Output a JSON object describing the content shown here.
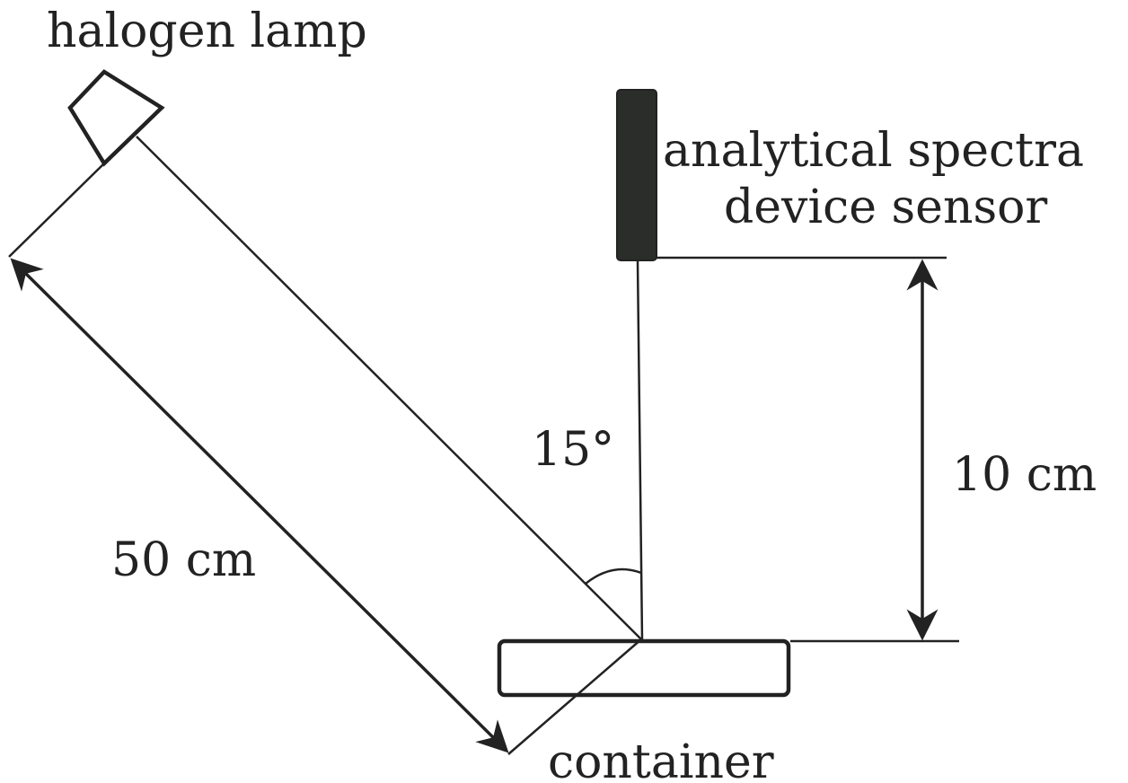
{
  "labels": {
    "lamp": "halogen lamp",
    "sensor_line1": "analytical spectra",
    "sensor_line2": "device sensor",
    "container": "container",
    "distance_lamp": "50 cm",
    "distance_sensor": "10 cm",
    "angle": "15°"
  },
  "colors": {
    "ink": "#222222",
    "background": "#ffffff"
  }
}
